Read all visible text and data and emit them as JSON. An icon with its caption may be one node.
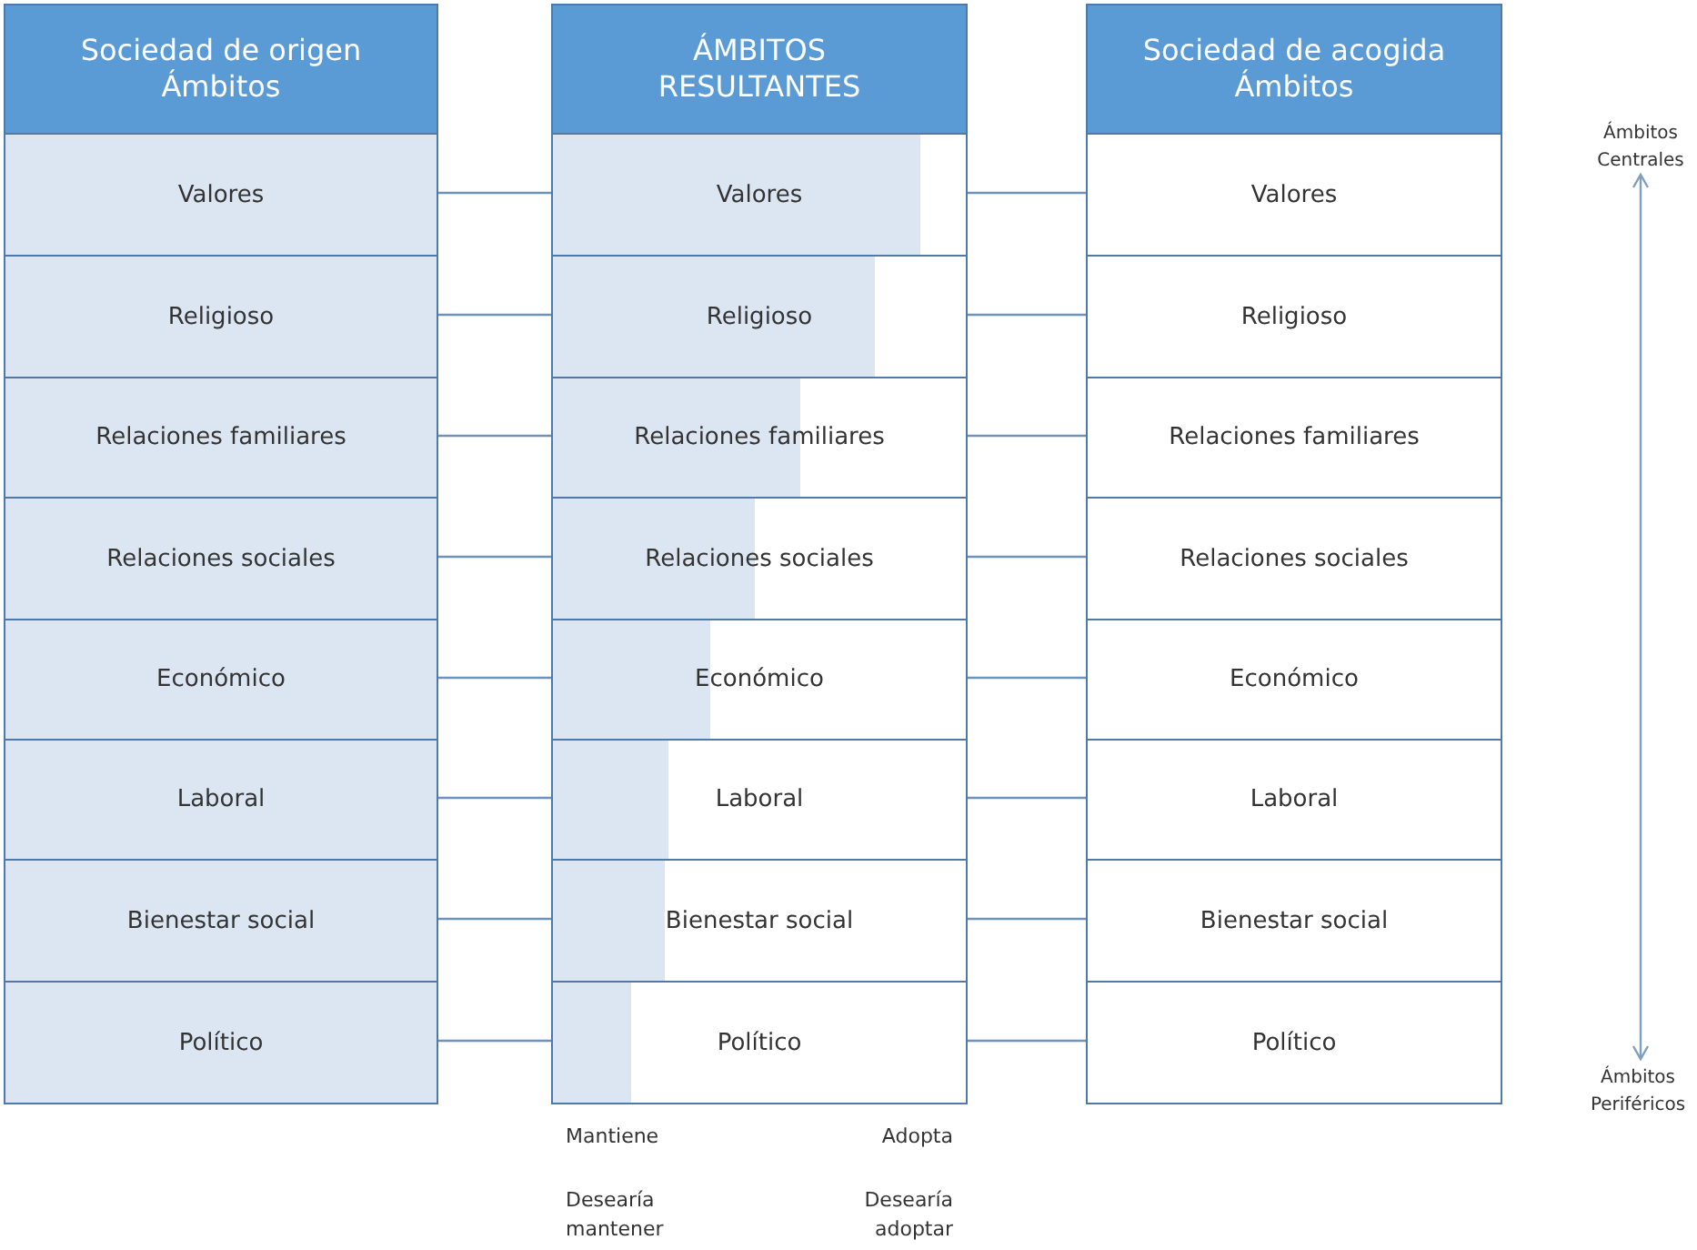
{
  "diagram": {
    "nodes": [
      {
        "text": [
          "Sociedad de origen Ámbitos"
        ]
      },
      {
        "text": [
          "ÁMBITOS RESULTANTES"
        ]
      },
      {
        "text": [
          "Sociedad de acogida Ámbitos"
        ]
      },
      {
        "text": [
          "Valores"
        ]
      },
      {
        "text": [
          "Valores"
        ]
      },
      {
        "text": [
          "Valores"
        ]
      },
      {
        "text": [
          "Religioso"
        ]
      },
      {
        "text": [
          "Religioso"
        ]
      },
      {
        "text": [
          "Religioso"
        ]
      },
      {
        "text": [
          "Relaciones familiares"
        ]
      },
      {
        "text": [
          "Relaciones familiares"
        ]
      },
      {
        "text": [
          "Relaciones familiares"
        ]
      },
      {
        "text": [
          "Relaciones sociales"
        ]
      },
      {
        "text": [
          "Relaciones sociales"
        ]
      },
      {
        "text": [
          "Relaciones sociales"
        ]
      },
      {
        "text": [
          "Económico"
        ]
      },
      {
        "text": [
          "Económico"
        ]
      },
      {
        "text": [
          "Económico"
        ]
      },
      {
        "text": [
          "Laboral"
        ]
      },
      {
        "text": [
          "Laboral"
        ]
      },
      {
        "text": [
          "Laboral"
        ]
      },
      {
        "text": [
          "Bienestar social"
        ]
      },
      {
        "text": [
          "Bienestar social"
        ]
      },
      {
        "text": [
          "Bienestar social"
        ]
      },
      {
        "text": [
          "Político"
        ]
      },
      {
        "text": [
          "Político"
        ]
      },
      {
        "text": [
          "Político"
        ]
      }
    ],
    "edges": [
      {
        "from": 3,
        "to": 4,
        "arrow": "none"
      },
      {
        "from": 4,
        "to": 5,
        "arrow": "none"
      },
      {
        "from": 6,
        "to": 7,
        "arrow": "none"
      },
      {
        "from": 7,
        "to": 8,
        "arrow": "none"
      },
      {
        "from": 9,
        "to": 10,
        "arrow": "none"
      },
      {
        "from": 10,
        "to": 11,
        "arrow": "none"
      },
      {
        "from": 12,
        "to": 13,
        "arrow": "none"
      },
      {
        "from": 13,
        "to": 14,
        "arrow": "none"
      },
      {
        "from": 15,
        "to": 16,
        "arrow": "none"
      },
      {
        "from": 16,
        "to": 17,
        "arrow": "none"
      },
      {
        "from": 18,
        "to": 19,
        "arrow": "none"
      },
      {
        "from": 19,
        "to": 20,
        "arrow": "none"
      },
      {
        "from": 21,
        "to": 22,
        "arrow": "none"
      },
      {
        "from": 22,
        "to": 23,
        "arrow": "none"
      },
      {
        "from": 24,
        "to": 25,
        "arrow": "none"
      },
      {
        "from": 25,
        "to": 26,
        "arrow": "none"
      }
    ],
    "labels": [
      "Ámbitos Centrales",
      "Ámbitos Periféricos",
      "Mantiene",
      "Adopta",
      "Desearía mantener",
      "Desearía adoptar"
    ]
  }
}
